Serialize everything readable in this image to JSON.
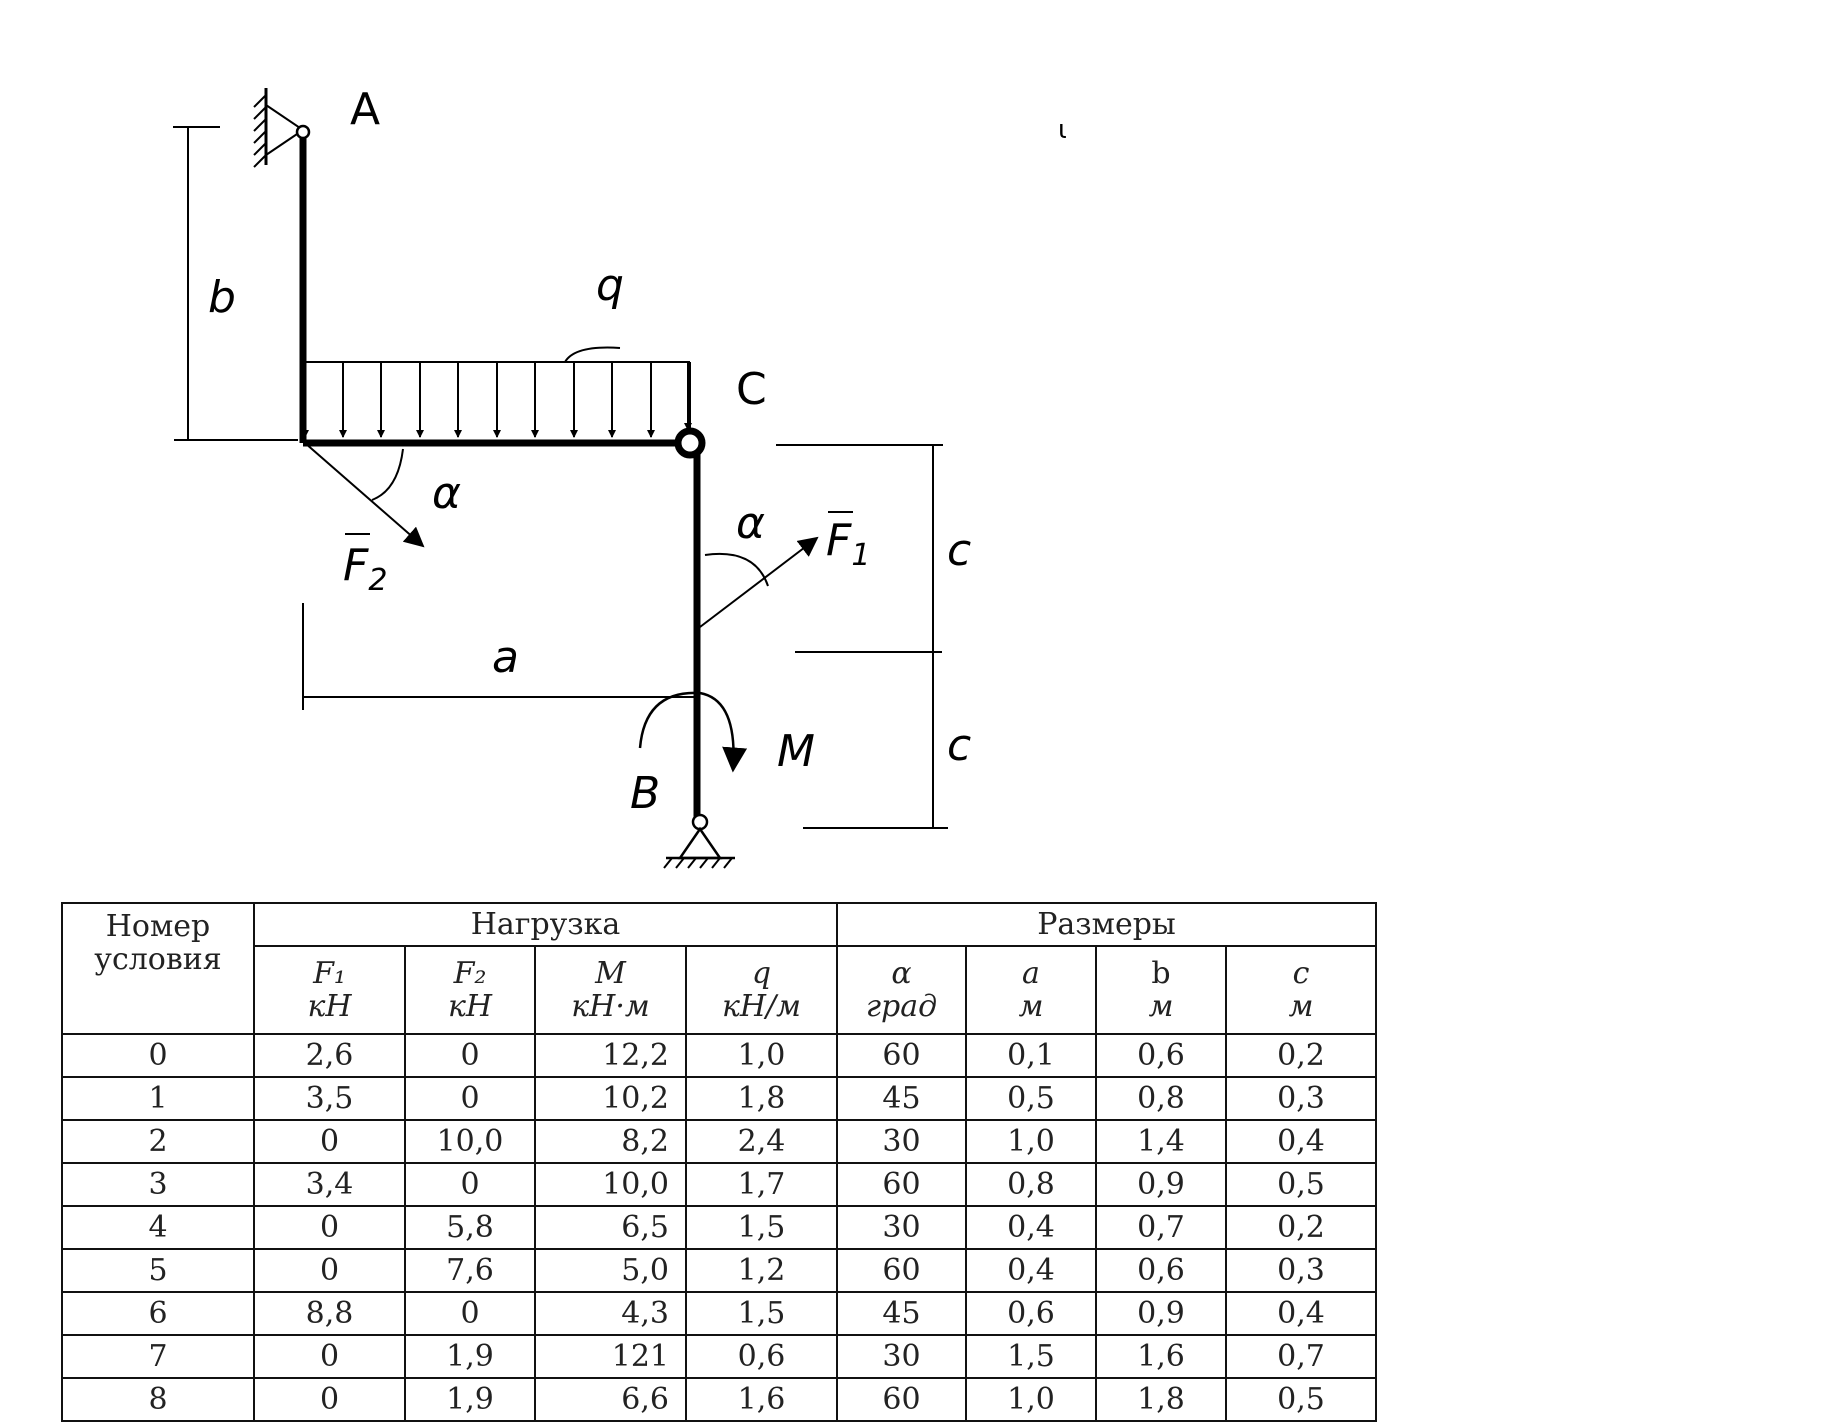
{
  "diagram": {
    "labels": {
      "A": "A",
      "B": "B",
      "C": "C",
      "b": "b",
      "q": "q",
      "alpha1": "α",
      "alpha2": "α",
      "F1": "F",
      "F1_sub": "1",
      "F2": "F",
      "F2_sub": "2",
      "c1": "c",
      "c2": "c",
      "a": "a",
      "M": "M",
      "tick": "ι"
    }
  },
  "table": {
    "header": {
      "condition": "Номер условия",
      "load_group": "Нагрузка",
      "size_group": "Размеры",
      "columns": [
        {
          "name": "F₁",
          "unit": "кН"
        },
        {
          "name": "F₂",
          "unit": "кН"
        },
        {
          "name": "M",
          "unit": "кН·м"
        },
        {
          "name": "q",
          "unit": "кН/м"
        },
        {
          "name": "α",
          "unit": "град"
        },
        {
          "name": "a",
          "unit": "м"
        },
        {
          "name": "b",
          "unit": "м"
        },
        {
          "name": "c",
          "unit": "м"
        }
      ]
    },
    "rows": [
      [
        "0",
        "2,6",
        "0",
        "12,2",
        "1,0",
        "60",
        "0,1",
        "0,6",
        "0,2"
      ],
      [
        "1",
        "3,5",
        "0",
        "10,2",
        "1,8",
        "45",
        "0,5",
        "0,8",
        "0,3"
      ],
      [
        "2",
        "0",
        "10,0",
        "8,2",
        "2,4",
        "30",
        "1,0",
        "1,4",
        "0,4"
      ],
      [
        "3",
        "3,4",
        "0",
        "10,0",
        "1,7",
        "60",
        "0,8",
        "0,9",
        "0,5"
      ],
      [
        "4",
        "0",
        "5,8",
        "6,5",
        "1,5",
        "30",
        "0,4",
        "0,7",
        "0,2"
      ],
      [
        "5",
        "0",
        "7,6",
        "5,0",
        "1,2",
        "60",
        "0,4",
        "0,6",
        "0,3"
      ],
      [
        "6",
        "8,8",
        "0",
        "4,3",
        "1,5",
        "45",
        "0,6",
        "0,9",
        "0,4"
      ],
      [
        "7",
        "0",
        "1,9",
        "121",
        "0,6",
        "30",
        "1,5",
        "1,6",
        "0,7"
      ],
      [
        "8",
        "0",
        "1,9",
        "6,6",
        "1,6",
        "60",
        "1,0",
        "1,8",
        "0,5"
      ]
    ]
  }
}
